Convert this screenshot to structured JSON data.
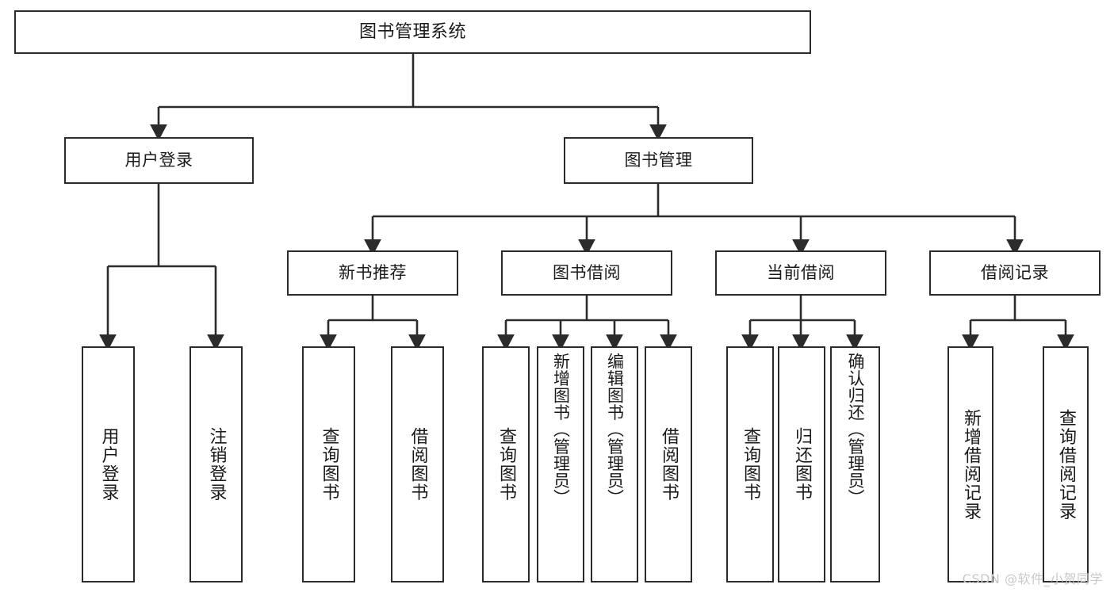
{
  "diagram": {
    "type": "tree-hierarchy",
    "title": "图书管理系统",
    "root": {
      "label": "图书管理系统"
    },
    "level2": [
      {
        "id": "user-login",
        "label": "用户登录"
      },
      {
        "id": "book-manage",
        "label": "图书管理"
      }
    ],
    "level3": [
      {
        "id": "new-book-rec",
        "label": "新书推荐"
      },
      {
        "id": "book-borrow",
        "label": "图书借阅"
      },
      {
        "id": "current-borrow",
        "label": "当前借阅"
      },
      {
        "id": "borrow-record",
        "label": "借阅记录"
      }
    ],
    "leaves": {
      "user_login": [
        {
          "id": "leaf-user-login",
          "label": "用户登录"
        },
        {
          "id": "leaf-logout",
          "label": "注销登录"
        }
      ],
      "new_book_rec": [
        {
          "id": "leaf-query-book-1",
          "label": "查询图书"
        },
        {
          "id": "leaf-borrow-book-1",
          "label": "借阅图书"
        }
      ],
      "book_borrow": [
        {
          "id": "leaf-query-book-2",
          "label": "查询图书"
        },
        {
          "id": "leaf-add-book",
          "label": "新增图书（管理员）"
        },
        {
          "id": "leaf-edit-book",
          "label": "编辑图书（管理员）"
        },
        {
          "id": "leaf-borrow-book-2",
          "label": "借阅图书"
        }
      ],
      "current_borrow": [
        {
          "id": "leaf-query-book-3",
          "label": "查询图书"
        },
        {
          "id": "leaf-return-book",
          "label": "归还图书"
        },
        {
          "id": "leaf-confirm-return",
          "label": "确认归还（管理员）"
        }
      ],
      "borrow_record": [
        {
          "id": "leaf-add-record",
          "label": "新增借阅记录"
        },
        {
          "id": "leaf-query-record",
          "label": "查询借阅记录"
        }
      ]
    }
  },
  "watermark": {
    "text": "CSDN @软件_小贺同学"
  },
  "colors": {
    "box_border": "#2b2b2b",
    "box_fill": "#ffffff",
    "edge": "#3a3a3a",
    "text": "#1a1a1a",
    "watermark": "#c9c9c9",
    "background": "#ffffff"
  }
}
